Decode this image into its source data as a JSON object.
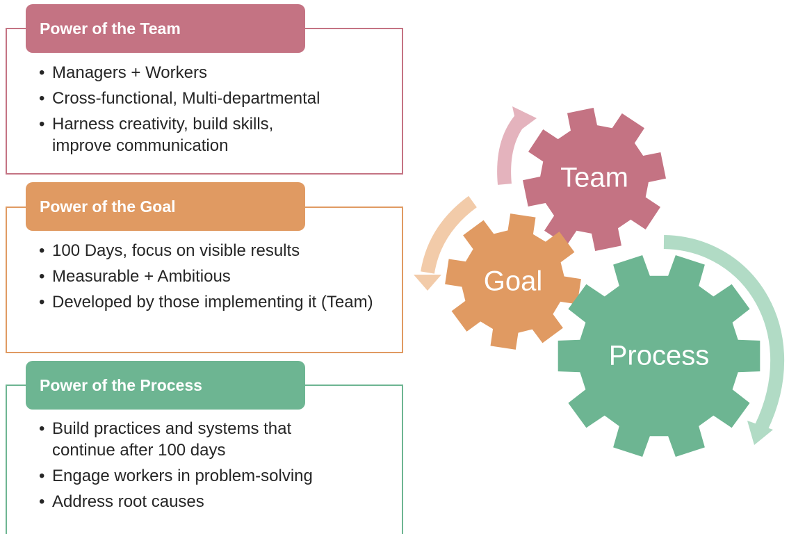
{
  "panels": [
    {
      "title": "Power of the Team",
      "items": [
        "Managers + Workers",
        "Cross-functional, Multi-departmental",
        "Harness creativity, build skills, improve communication"
      ],
      "color": "#c47383"
    },
    {
      "title": "Power of the Goal",
      "items": [
        "100 Days, focus on visible results",
        "Measurable + Ambitious",
        "Developed by those implementing it (Team)"
      ],
      "color": "#e09a62"
    },
    {
      "title": "Power of the Process",
      "items": [
        "Build practices and systems that continue after 100 days",
        "Engage workers in problem-solving",
        "Address root causes"
      ],
      "color": "#6db592"
    }
  ],
  "gears": [
    {
      "label": "Team",
      "color": "#c47383"
    },
    {
      "label": "Goal",
      "color": "#e09a62"
    },
    {
      "label": "Process",
      "color": "#6db592"
    }
  ],
  "arrows": {
    "team_color": "#e4b3bd",
    "goal_color": "#f2cba9",
    "process_color": "#b1dbc5"
  }
}
